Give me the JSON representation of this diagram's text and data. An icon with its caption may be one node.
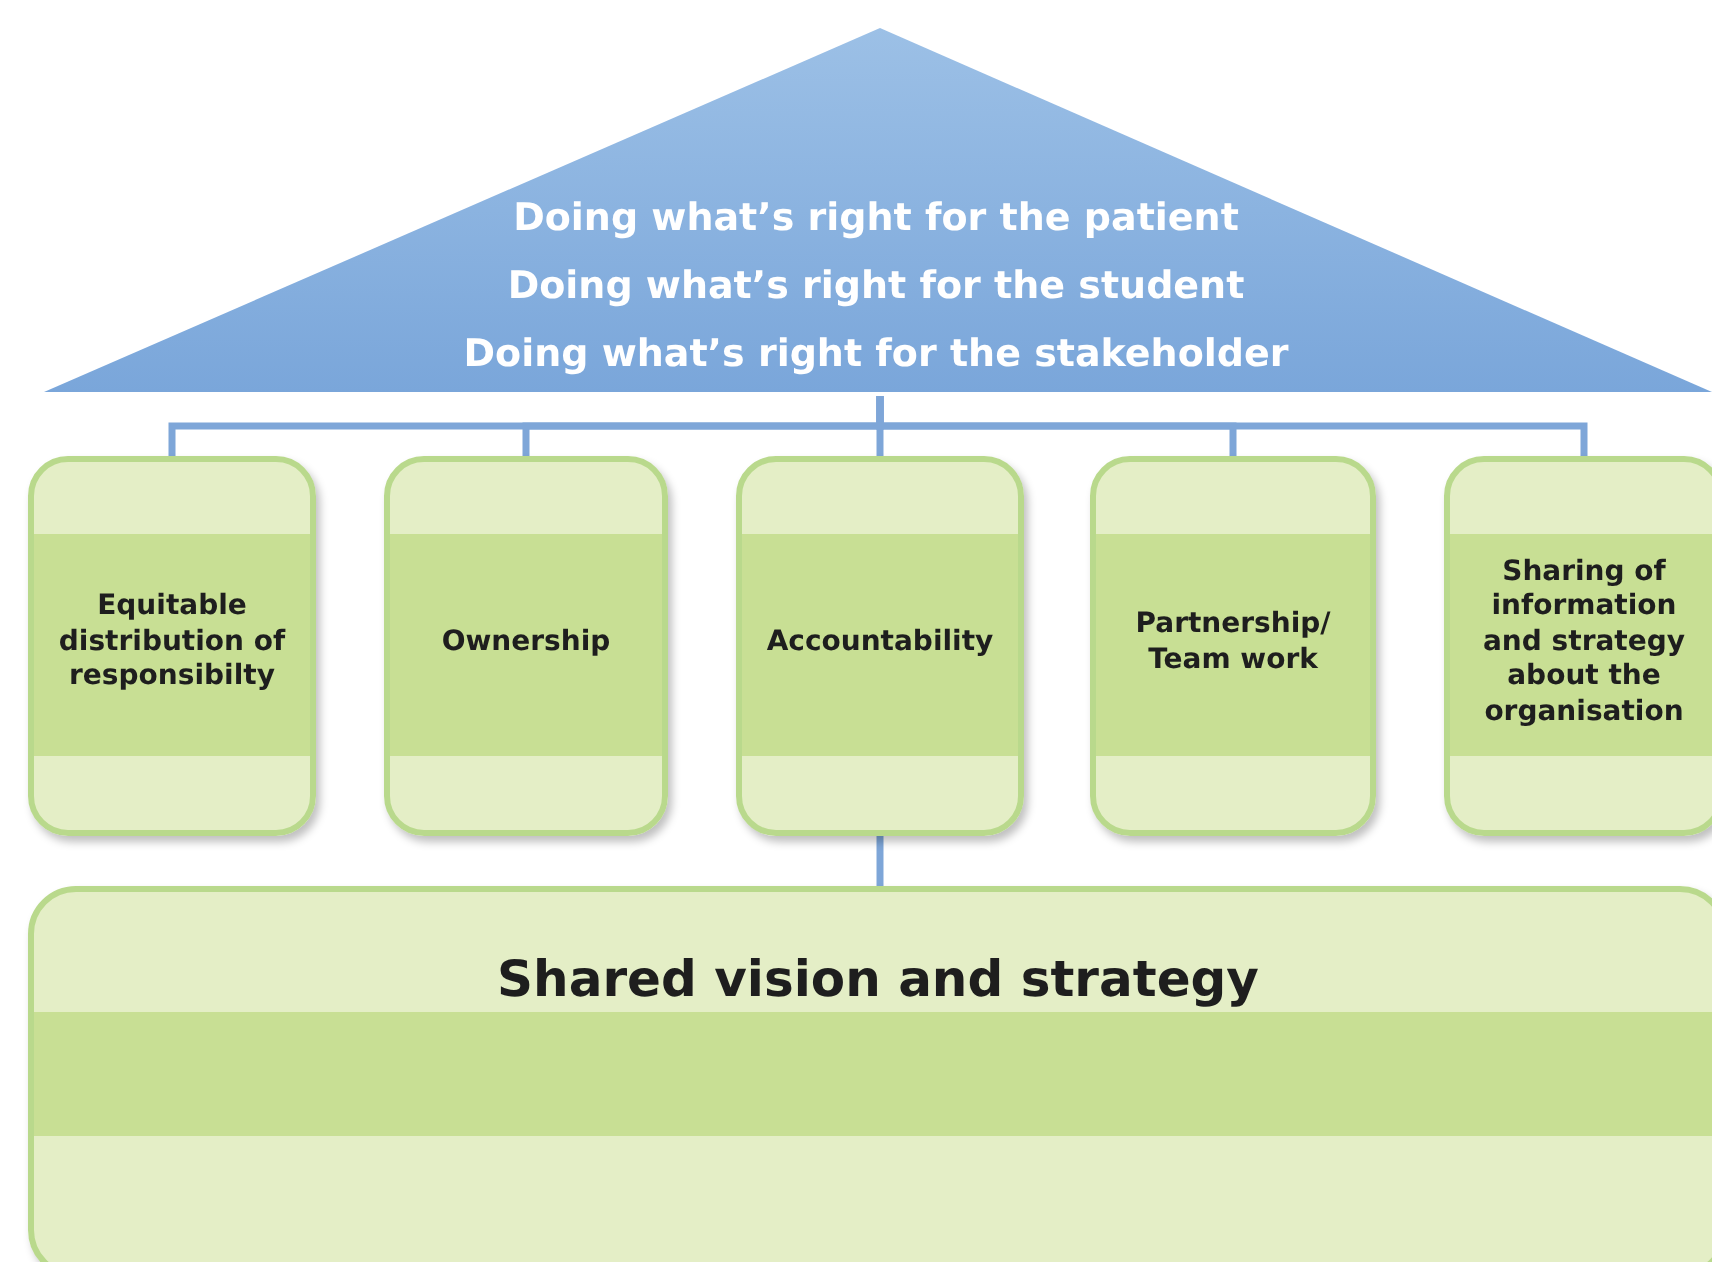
{
  "diagram": {
    "nodes": [
      {
        "text": [
          "Doing what’s right for the patient",
          "Doing what’s right for the student",
          "Doing what’s right for the stakeholder"
        ]
      },
      {
        "text": [
          "Equitable distribution of responsibilty"
        ]
      },
      {
        "text": [
          "Ownership"
        ]
      },
      {
        "text": [
          "Accountability"
        ]
      },
      {
        "text": [
          "Partnership/ Team work"
        ]
      },
      {
        "text": [
          "Sharing of information and strategy about the organisation"
        ]
      },
      {
        "text": [
          "Shared vision and strategy"
        ]
      }
    ],
    "edges": [
      {
        "from": 0,
        "to": 1,
        "arrow": "none"
      },
      {
        "from": 0,
        "to": 2,
        "arrow": "none"
      },
      {
        "from": 0,
        "to": 3,
        "arrow": "none"
      },
      {
        "from": 0,
        "to": 4,
        "arrow": "none"
      },
      {
        "from": 0,
        "to": 5,
        "arrow": "none"
      },
      {
        "from": 3,
        "to": 6,
        "arrow": "none"
      }
    ]
  }
}
